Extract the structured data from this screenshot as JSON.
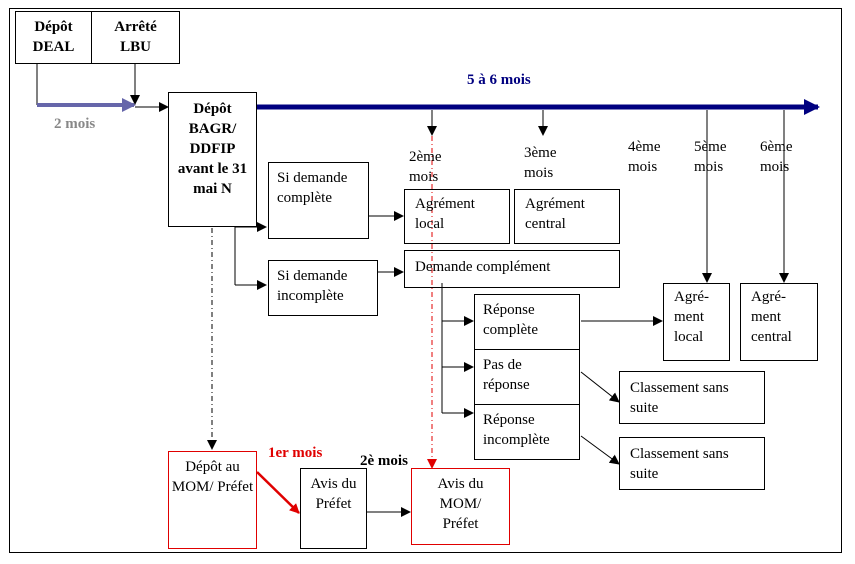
{
  "boxes": {
    "depot_deal": "Dépôt DEAL",
    "arrete_lbu": "Arrêté LBU",
    "depot_bagr": "Dépôt BAGR/ DDFIP avant le 31 mai N",
    "si_complete": "Si demande complète",
    "si_incomplete": "Si demande incomplète",
    "agrement_local_1": "Agrément local",
    "agrement_central_1": "Agrément central",
    "demande_complement": "Demande complément",
    "reponse_complete": "Réponse complète",
    "pas_de_reponse": "Pas de réponse",
    "reponse_incomplete": "Réponse incomplète",
    "agrement_local_2": "Agré- ment local",
    "agrement_central_2": "Agré- ment central",
    "classement_1": "Classement sans suite",
    "classement_2": "Classement sans suite",
    "depot_mom": "Dépôt au MOM/ Préfet",
    "avis_prefet": "Avis du Préfet",
    "avis_mom": "Avis du MOM/ Préfet"
  },
  "labels": {
    "two_months": "2 mois",
    "five_six_months": "5 à 6 mois",
    "month2": "2ème mois",
    "month3": "3ème mois",
    "month4": "4ème mois",
    "month5": "5ème mois",
    "month6": "6ème mois",
    "first_month": "1er mois",
    "second_month": "2è mois"
  },
  "colors": {
    "timeline": "#000080",
    "two_months_arrow": "#6666aa",
    "two_months_text": "#888888",
    "red": "#e00000"
  }
}
